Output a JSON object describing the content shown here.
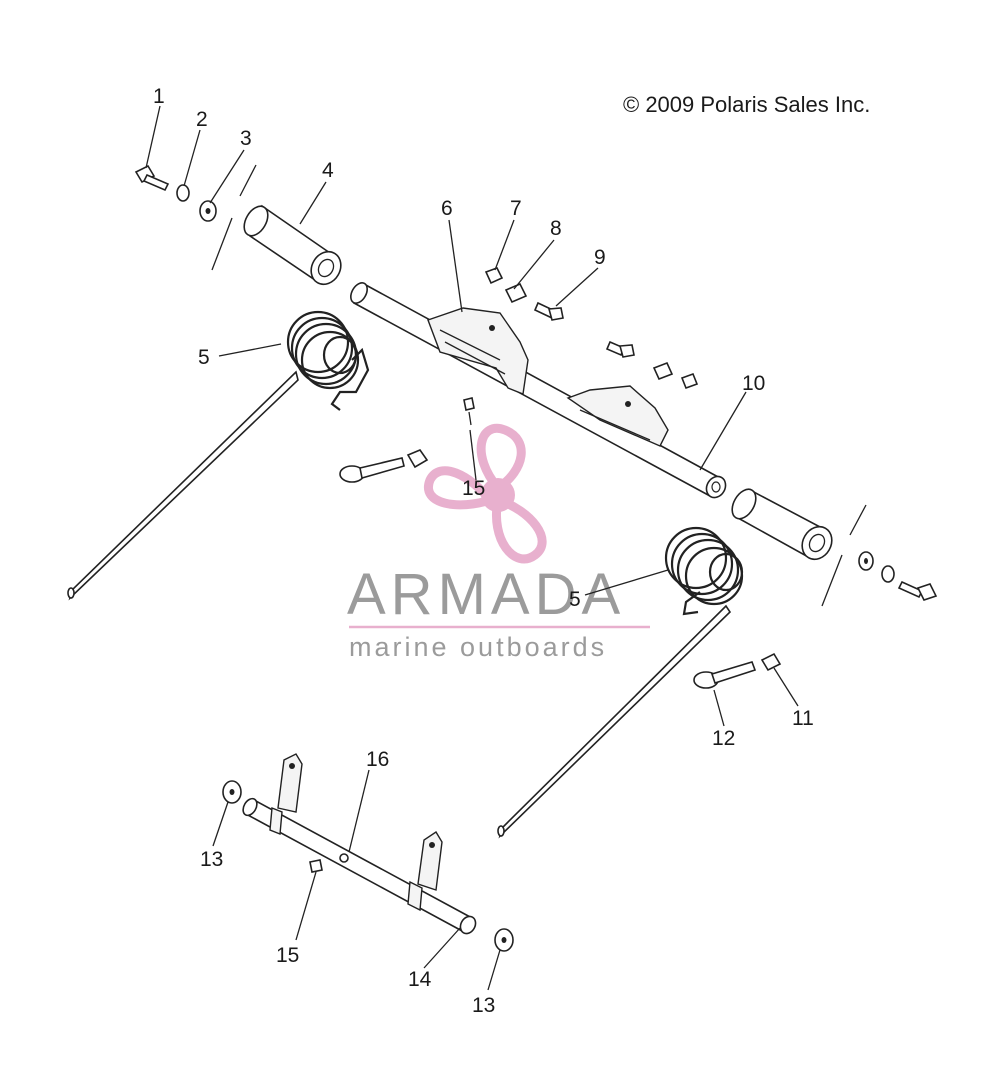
{
  "copyright": "© 2009 Polaris Sales Inc.",
  "watermark": {
    "brand": "ARMADA",
    "tagline": "marine outboards",
    "accent_color": "#e5a3c6"
  },
  "callouts": {
    "c1": "1",
    "c2": "2",
    "c3": "3",
    "c4": "4",
    "c5a": "5",
    "c5b": "5",
    "c6": "6",
    "c7": "7",
    "c8": "8",
    "c9": "9",
    "c10": "10",
    "c11": "11",
    "c12": "12",
    "c13a": "13",
    "c13b": "13",
    "c14": "14",
    "c15a": "15",
    "c15b": "15",
    "c16": "16"
  }
}
